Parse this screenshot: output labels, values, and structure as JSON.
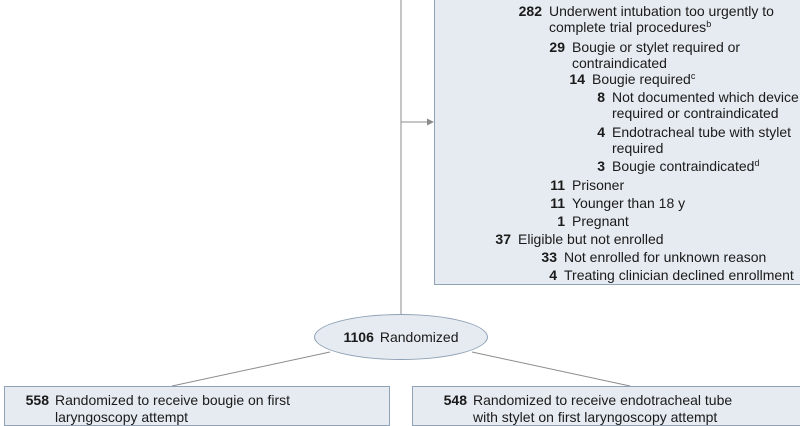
{
  "exclusions": [
    {
      "n": "282",
      "text": "Underwent intubation too urgently to",
      "sup": ""
    },
    {
      "n": "",
      "text": "complete trial procedures",
      "sup": "b"
    },
    {
      "n": "29",
      "text": "Bougie or stylet required or",
      "sup": ""
    },
    {
      "n": "",
      "text": "contraindicated",
      "sup": ""
    },
    {
      "n": "14",
      "text": "Bougie required",
      "sup": "c"
    },
    {
      "n": "8",
      "text": "Not documented which device was",
      "sup": ""
    },
    {
      "n": "",
      "text": "required or contraindicated",
      "sup": ""
    },
    {
      "n": "4",
      "text": "Endotracheal tube with stylet",
      "sup": ""
    },
    {
      "n": "",
      "text": "required",
      "sup": ""
    },
    {
      "n": "3",
      "text": "Bougie contraindicated",
      "sup": "d"
    },
    {
      "n": "11",
      "text": "Prisoner",
      "sup": ""
    },
    {
      "n": "11",
      "text": "Younger than 18 y",
      "sup": ""
    },
    {
      "n": "1",
      "text": "Pregnant",
      "sup": ""
    },
    {
      "n": "37",
      "text": "Eligible but not enrolled",
      "sup": ""
    },
    {
      "n": "33",
      "text": "Not enrolled for unknown reason",
      "sup": ""
    },
    {
      "n": "4",
      "text": "Treating clinician declined enrollment",
      "sup": ""
    }
  ],
  "randomized": {
    "n": "1106",
    "label": "Randomized"
  },
  "arms": [
    {
      "n": "558",
      "line1": "Randomized to receive bougie on first",
      "line2": "laryngoscopy attempt"
    },
    {
      "n": "548",
      "line1": "Randomized to receive endotracheal tube",
      "line2": "with stylet on first laryngoscopy attempt"
    }
  ],
  "colors": {
    "box_fill": "#e6ebf1",
    "box_border": "#8fa2b6",
    "line": "#8c8c8c"
  }
}
